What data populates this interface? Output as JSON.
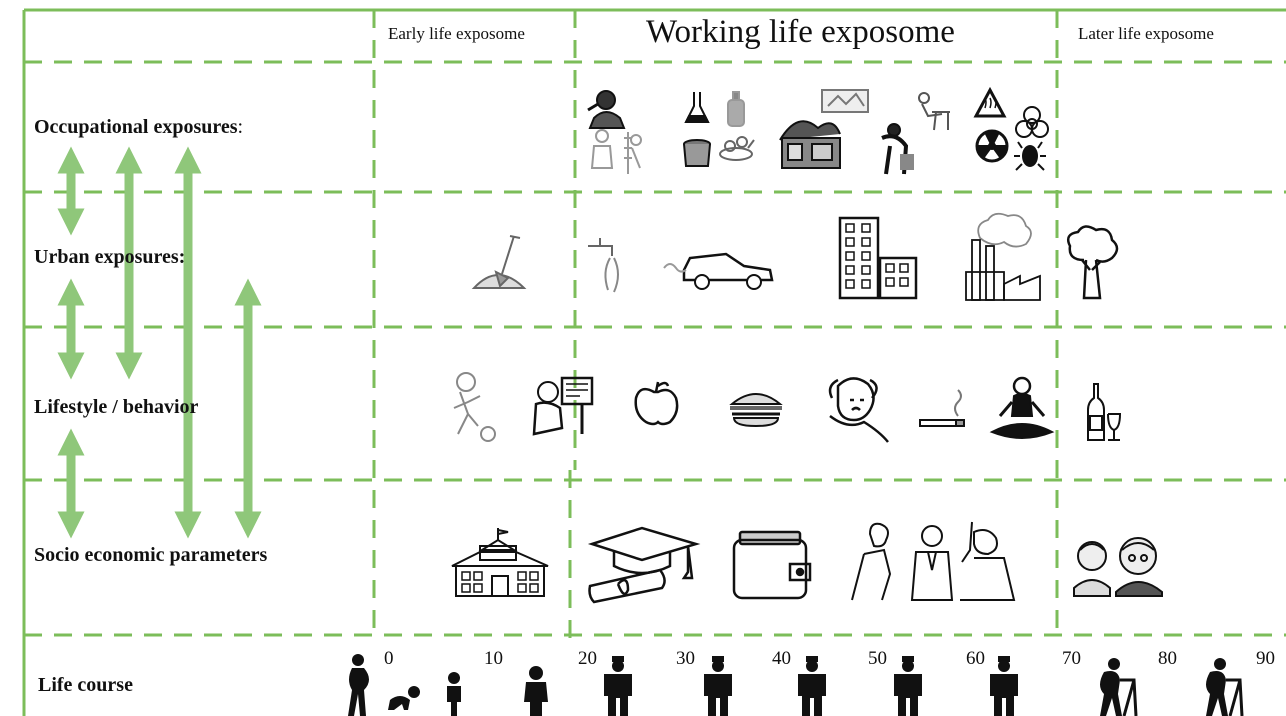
{
  "colors": {
    "grid_green": "#7cbd5a",
    "arrow_green": "#8fc77a",
    "ink": "#111111"
  },
  "columns": {
    "early": "Early life exposome",
    "working": "Working life exposome",
    "later": "Later life exposome"
  },
  "rows": {
    "occupational_title": "Occupational exposures",
    "occupational_colon": ":",
    "urban": "Urban exposures:",
    "lifestyle": "Lifestyle / behavior",
    "socio": "Socio economic parameters",
    "life_course": "Life course"
  },
  "ages": [
    "0",
    "10",
    "20",
    "30",
    "40",
    "50",
    "60",
    "70",
    "80",
    "90"
  ],
  "icons": {
    "occupational": [
      "worker-with-mask-icon",
      "painter-icon",
      "lab-flask-icon",
      "gas-cylinder-icon",
      "paint-bucket-icon",
      "chemicals-icon",
      "cluttered-workshop-icon",
      "crash-scene-icon",
      "desk-worker-icon",
      "lifting-box-worker-icon",
      "heat-hazard-icon",
      "biohazard-icon",
      "radiation-icon",
      "insect-icon"
    ],
    "urban": [
      "sand-shovel-icon",
      "water-tap-icon",
      "car-exhaust-icon",
      "apartment-building-icon",
      "factory-smoke-icon",
      "tree-icon"
    ],
    "lifestyle": [
      "child-football-icon",
      "gaming-child-icon",
      "apple-icon",
      "burger-icon",
      "stressed-woman-icon",
      "cigarette-icon",
      "meditation-icon",
      "wine-bottle-icon"
    ],
    "socio": [
      "school-building-icon",
      "graduation-cap-icon",
      "wallet-icon",
      "social-group-icon",
      "elderly-couple-icon"
    ]
  }
}
